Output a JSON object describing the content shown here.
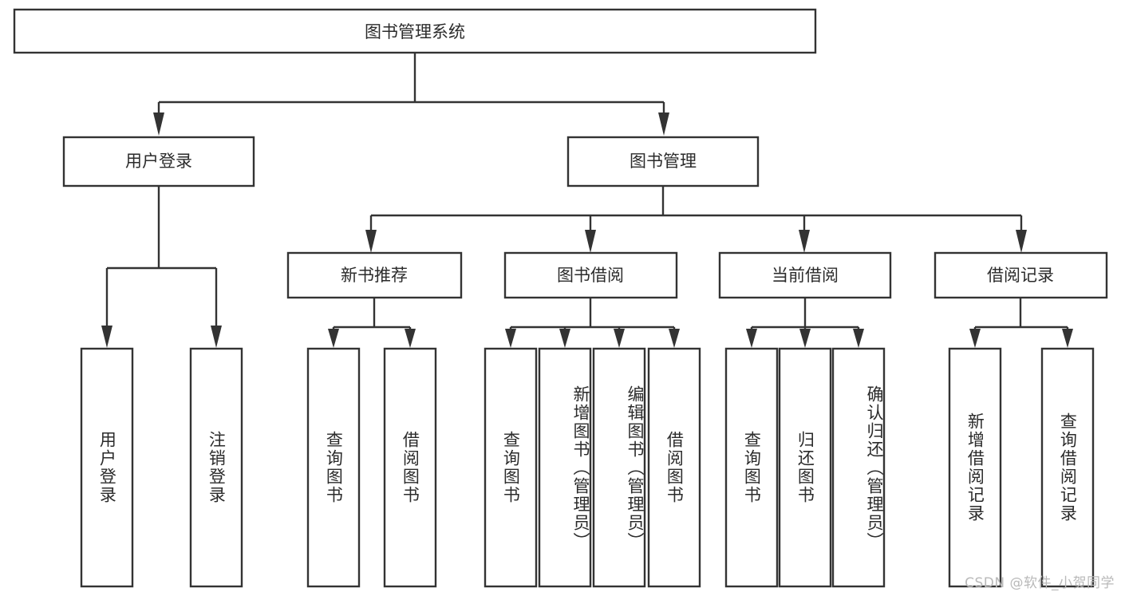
{
  "diagram": {
    "title_node": {
      "label": "图书管理系统"
    },
    "level2": [
      {
        "label": "用户登录"
      },
      {
        "label": "图书管理"
      }
    ],
    "level3": [
      {
        "label": "新书推荐"
      },
      {
        "label": "图书借阅"
      },
      {
        "label": "当前借阅"
      },
      {
        "label": "借阅记录"
      }
    ],
    "leaves": {
      "user_login": [
        {
          "label": "用户登录"
        },
        {
          "label": "注销登录"
        }
      ],
      "new_book_recommend": [
        {
          "label": "查询图书"
        },
        {
          "label": "借阅图书"
        }
      ],
      "book_borrow": [
        {
          "label": "查询图书"
        },
        {
          "label": "新增图书（管理员）"
        },
        {
          "label": "编辑图书（管理员）"
        },
        {
          "label": "借阅图书"
        }
      ],
      "current_borrow": [
        {
          "label": "查询图书"
        },
        {
          "label": "归还图书"
        },
        {
          "label": "确认归还（管理员）"
        }
      ],
      "borrow_record": [
        {
          "label": "新增借阅记录"
        },
        {
          "label": "查询借阅记录"
        }
      ]
    }
  },
  "watermark": {
    "text": "CSDN @软件_小贺同学"
  },
  "colors": {
    "background": "#ffffff",
    "box_fill": "#ffffff",
    "line": "#333333",
    "text": "#2b2b2b",
    "watermark": "#b9b9b9"
  }
}
